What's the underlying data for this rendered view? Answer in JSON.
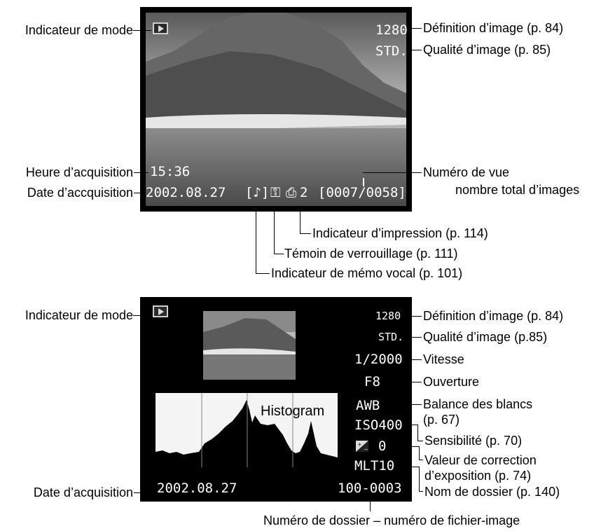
{
  "top_screen": {
    "resolution": "1280",
    "quality": "STD.",
    "time": "15:36",
    "date": "2002.08.27",
    "prints": "2",
    "frame_counter": "[0007/0058]"
  },
  "top_labels": {
    "mode": "Indicateur de mode",
    "resolution": "Définition d’image (p. 84)",
    "quality": "Qualité d’image (p. 85)",
    "time": "Heure d’acquisition",
    "date": "Date d’accquisition",
    "frame_1": "Numéro de vue",
    "frame_2": "nombre total d’images",
    "print": "Indicateur d’impression (p. 114)",
    "lock": "Témoin de verrouillage (p. 111)",
    "memo": "Indicateur de mémo vocal (p. 101)"
  },
  "bottom_screen": {
    "resolution": "1280",
    "quality": "STD.",
    "shutter": "1/2000",
    "aperture": "F8",
    "white_balance": "AWB",
    "iso": "ISO400",
    "exposure_comp": "0",
    "metering": "MLT10",
    "date": "2002.08.27",
    "file_number": "100-0003",
    "histogram_label": "Histogram"
  },
  "bottom_labels": {
    "mode": "Indicateur de mode",
    "resolution": "Définition d’image (p. 84)",
    "quality": "Qualité d’image (p.85)",
    "shutter": "Vitesse",
    "aperture": "Ouverture",
    "wb_1": "Balance des blancs",
    "wb_2": "(p. 67)",
    "iso": "Sensibilité (p. 70)",
    "ev_1": "Valeur de correction",
    "ev_2": "d’exposition (p. 74)",
    "folder": "Nom de dossier (p. 140)",
    "date": "Date d’acquisition",
    "file": "Numéro de dossier  – numéro de fichier-image"
  },
  "icons": [
    "play-mode-icon",
    "voice-memo-icon",
    "lock-key-icon",
    "printer-icon",
    "exposure-compensation-icon"
  ]
}
